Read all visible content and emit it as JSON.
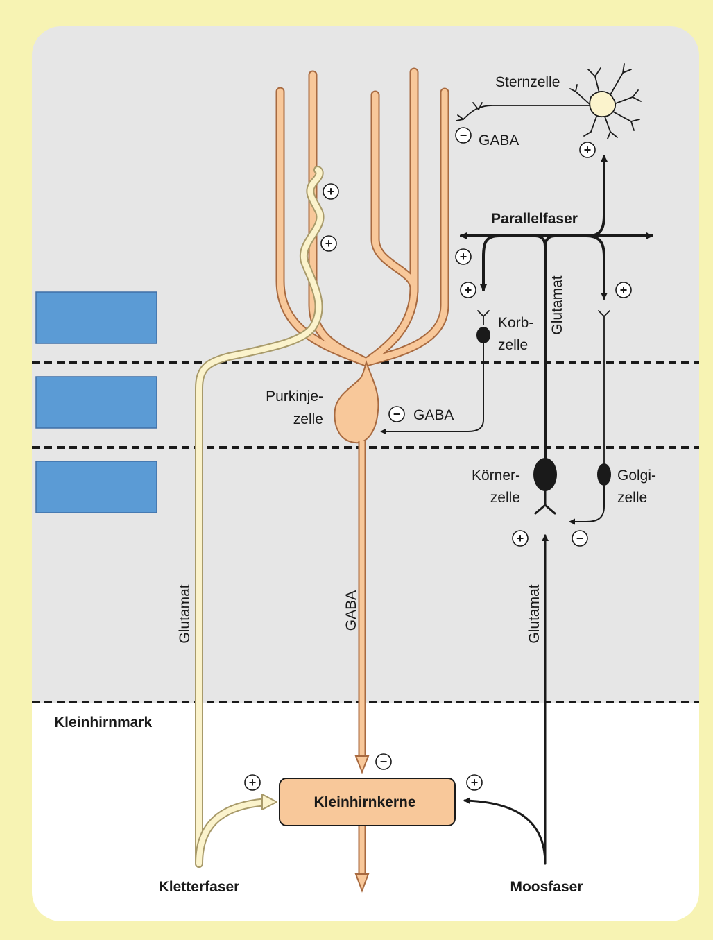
{
  "labels": {
    "sternzelle": "Sternzelle",
    "gaba_stern": "GABA",
    "parallelfaser": "Parallelfaser",
    "glutamat_parallel": "Glutamat",
    "korbzelle_1": "Korb-",
    "korbzelle_2": "zelle",
    "purkinje_1": "Purkinje-",
    "purkinje_2": "zelle",
    "gaba_korb": "GABA",
    "koerner_1": "Körner-",
    "koerner_2": "zelle",
    "golgi_1": "Golgi-",
    "golgi_2": "zelle",
    "glutamat_kletter": "Glutamat",
    "gaba_purkinje": "GABA",
    "glutamat_moos": "Glutamat",
    "kleinhirnmark": "Kleinhirnmark",
    "kleinhirnkerne": "Kleinhirnkerne",
    "kletterfaser": "Kletterfaser",
    "moosfaser": "Moosfaser"
  },
  "signs": {
    "plus": "+",
    "minus": "−"
  },
  "colors": {
    "outer_background": "#f7f3b3",
    "cortex_background": "#e6e6e6",
    "medulla_background": "#ffffff",
    "purkinje_fill": "#f8c89a",
    "purkinje_stroke": "#a86a40",
    "climbing_fiber_fill": "#fbf3cc",
    "climbing_fiber_stroke": "#a89a6a",
    "fiber_black": "#1a1a1a",
    "placeholder_blue": "#5b9bd5",
    "star_cell_fill": "#fbf3cc"
  },
  "icons": {
    "layer_placeholders": [
      "layer-label-placeholder",
      "layer-label-placeholder",
      "layer-label-placeholder"
    ]
  }
}
